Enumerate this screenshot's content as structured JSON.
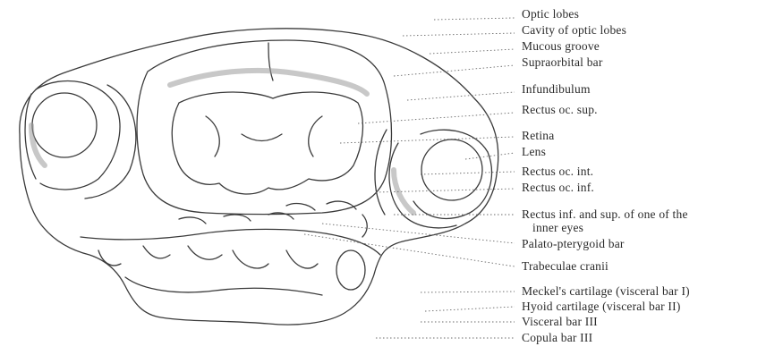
{
  "figure": {
    "labels": [
      {
        "id": "optic-lobes",
        "text": "Optic lobes"
      },
      {
        "id": "cavity-optic-lobes",
        "text": "Cavity of optic lobes"
      },
      {
        "id": "mucous-groove",
        "text": "Mucous groove"
      },
      {
        "id": "supraorbital-bar",
        "text": "Supraorbital bar"
      },
      {
        "id": "infundibulum",
        "text": "Infundibulum"
      },
      {
        "id": "rectus-oc-sup",
        "text": "Rectus oc. sup."
      },
      {
        "id": "retina",
        "text": "Retina"
      },
      {
        "id": "lens",
        "text": "Lens"
      },
      {
        "id": "rectus-oc-int",
        "text": "Rectus oc. int."
      },
      {
        "id": "rectus-oc-inf",
        "text": "Rectus oc. inf."
      },
      {
        "id": "rectus-inf-sup-inner-eyes",
        "text": "Rectus inf. and sup. of one of the",
        "text2": "inner eyes"
      },
      {
        "id": "palato-pterygoid-bar",
        "text": "Palato-pterygoid bar"
      },
      {
        "id": "trabeculae-cranii",
        "text": "Trabeculae cranii"
      },
      {
        "id": "meckels-cartilage",
        "text": "Meckel's cartilage (visceral bar I)"
      },
      {
        "id": "hyoid-cartilage",
        "text": "Hyoid cartilage (visceral bar II)"
      },
      {
        "id": "visceral-bar-iii",
        "text": "Visceral bar III"
      },
      {
        "id": "copula-bar-iii",
        "text": "Copula bar III"
      }
    ]
  },
  "colors": {
    "ink": "#3a3a3a",
    "shading": "#9a9a9a",
    "paper": "#ffffff"
  }
}
